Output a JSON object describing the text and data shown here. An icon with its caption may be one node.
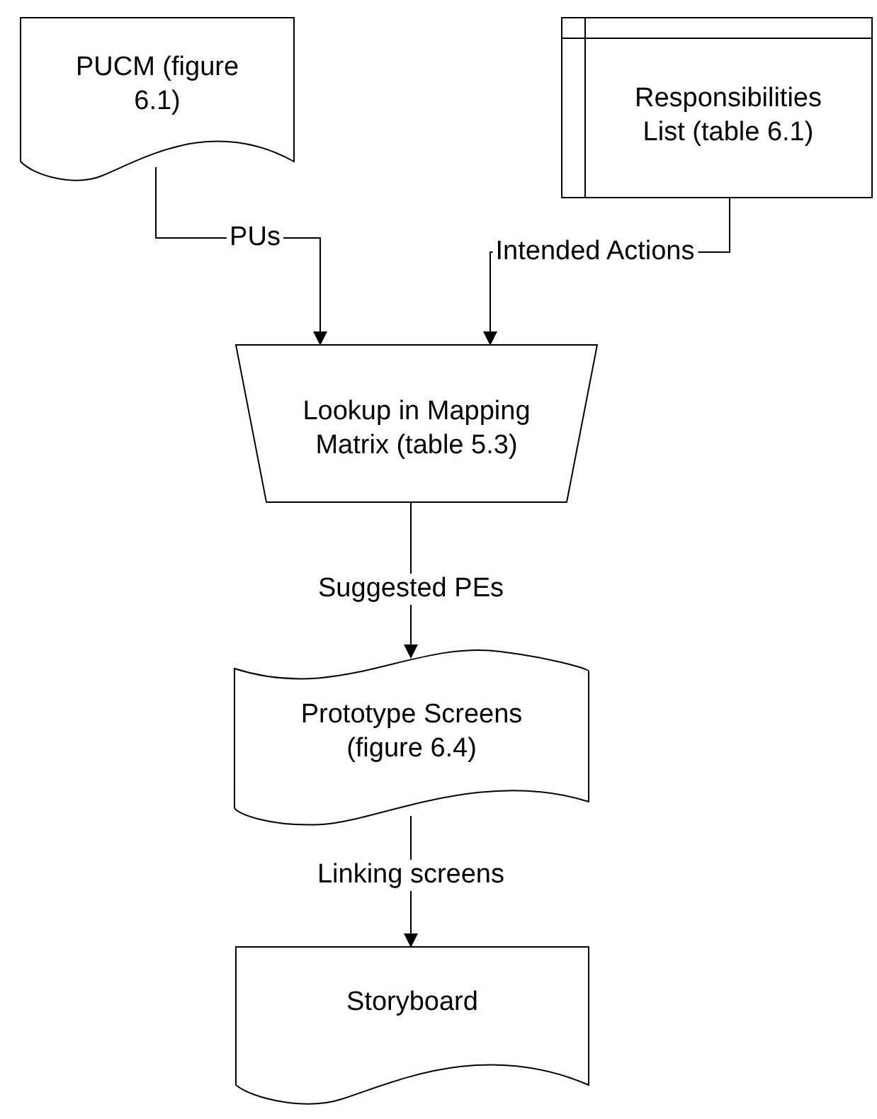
{
  "diagram": {
    "nodes": [
      {
        "text": [
          "PUCM (figure 6.1)"
        ]
      },
      {
        "text": [
          "Responsibilities List (table 6.1)"
        ]
      },
      {
        "text": [
          "Lookup in Mapping Matrix (table 5.3)"
        ]
      },
      {
        "text": [
          "Prototype Screens (figure 6.4)"
        ]
      },
      {
        "text": [
          "Storyboard"
        ]
      }
    ],
    "edges": [
      {
        "from": 0,
        "to": 2,
        "arrow": "to",
        "label": "PUs"
      },
      {
        "from": 1,
        "to": 2,
        "arrow": "to",
        "label": "Intended Actions"
      },
      {
        "from": 2,
        "to": 3,
        "arrow": "to",
        "label": "Suggested PEs"
      },
      {
        "from": 3,
        "to": 4,
        "arrow": "to",
        "label": "Linking screens"
      }
    ]
  }
}
